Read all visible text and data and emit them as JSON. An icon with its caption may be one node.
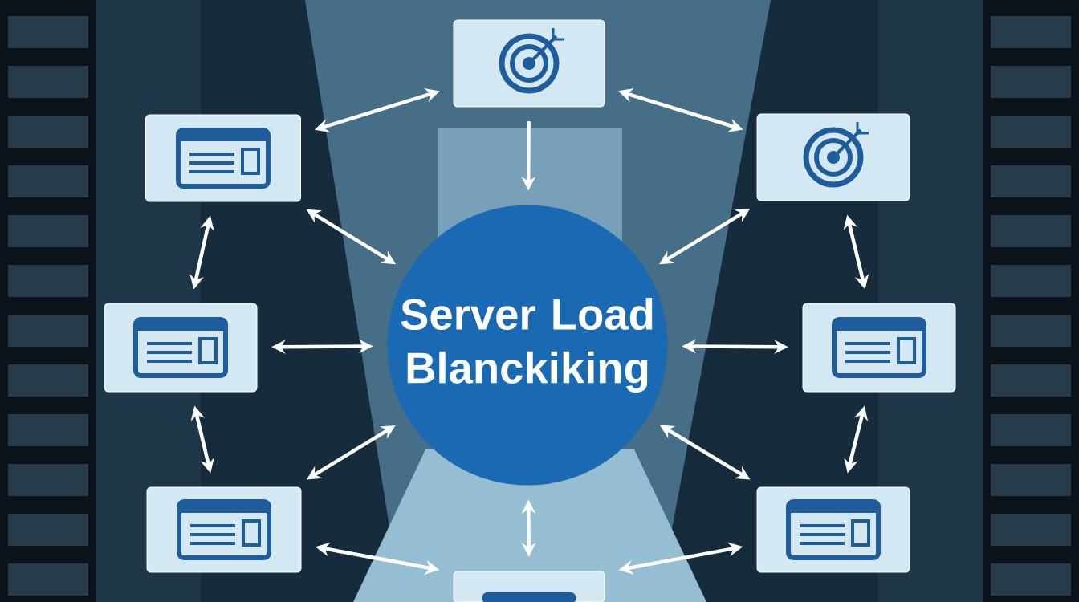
{
  "diagram": {
    "nodes": [
      {
        "text": [
          "Server Load Blanckiking"
        ]
      },
      {
        "text": [],
        "shape": "box"
      },
      {
        "text": [],
        "shape": "box"
      },
      {
        "text": [],
        "shape": "box"
      },
      {
        "text": [],
        "shape": "box"
      },
      {
        "text": [],
        "shape": "box"
      },
      {
        "text": [],
        "shape": "box"
      },
      {
        "text": [],
        "shape": "box"
      },
      {
        "text": [],
        "shape": "box"
      }
    ],
    "edges": [
      {
        "from": 1,
        "to": 0,
        "arrow": "to"
      },
      {
        "from": 1,
        "to": 2,
        "arrow": "both"
      },
      {
        "from": 1,
        "to": 3,
        "arrow": "both"
      },
      {
        "from": 2,
        "to": 0,
        "arrow": "both"
      },
      {
        "from": 3,
        "to": 0,
        "arrow": "both"
      },
      {
        "from": 2,
        "to": 4,
        "arrow": "both"
      },
      {
        "from": 3,
        "to": 5,
        "arrow": "both"
      },
      {
        "from": 4,
        "to": 0,
        "arrow": "both"
      },
      {
        "from": 5,
        "to": 0,
        "arrow": "both"
      },
      {
        "from": 4,
        "to": 6,
        "arrow": "both"
      },
      {
        "from": 5,
        "to": 7,
        "arrow": "both"
      },
      {
        "from": 6,
        "to": 0,
        "arrow": "both"
      },
      {
        "from": 7,
        "to": 0,
        "arrow": "both"
      },
      {
        "from": 0,
        "to": 8,
        "arrow": "both"
      },
      {
        "from": 6,
        "to": 8,
        "arrow": "both"
      },
      {
        "from": 7,
        "to": 8,
        "arrow": "both"
      }
    ]
  }
}
